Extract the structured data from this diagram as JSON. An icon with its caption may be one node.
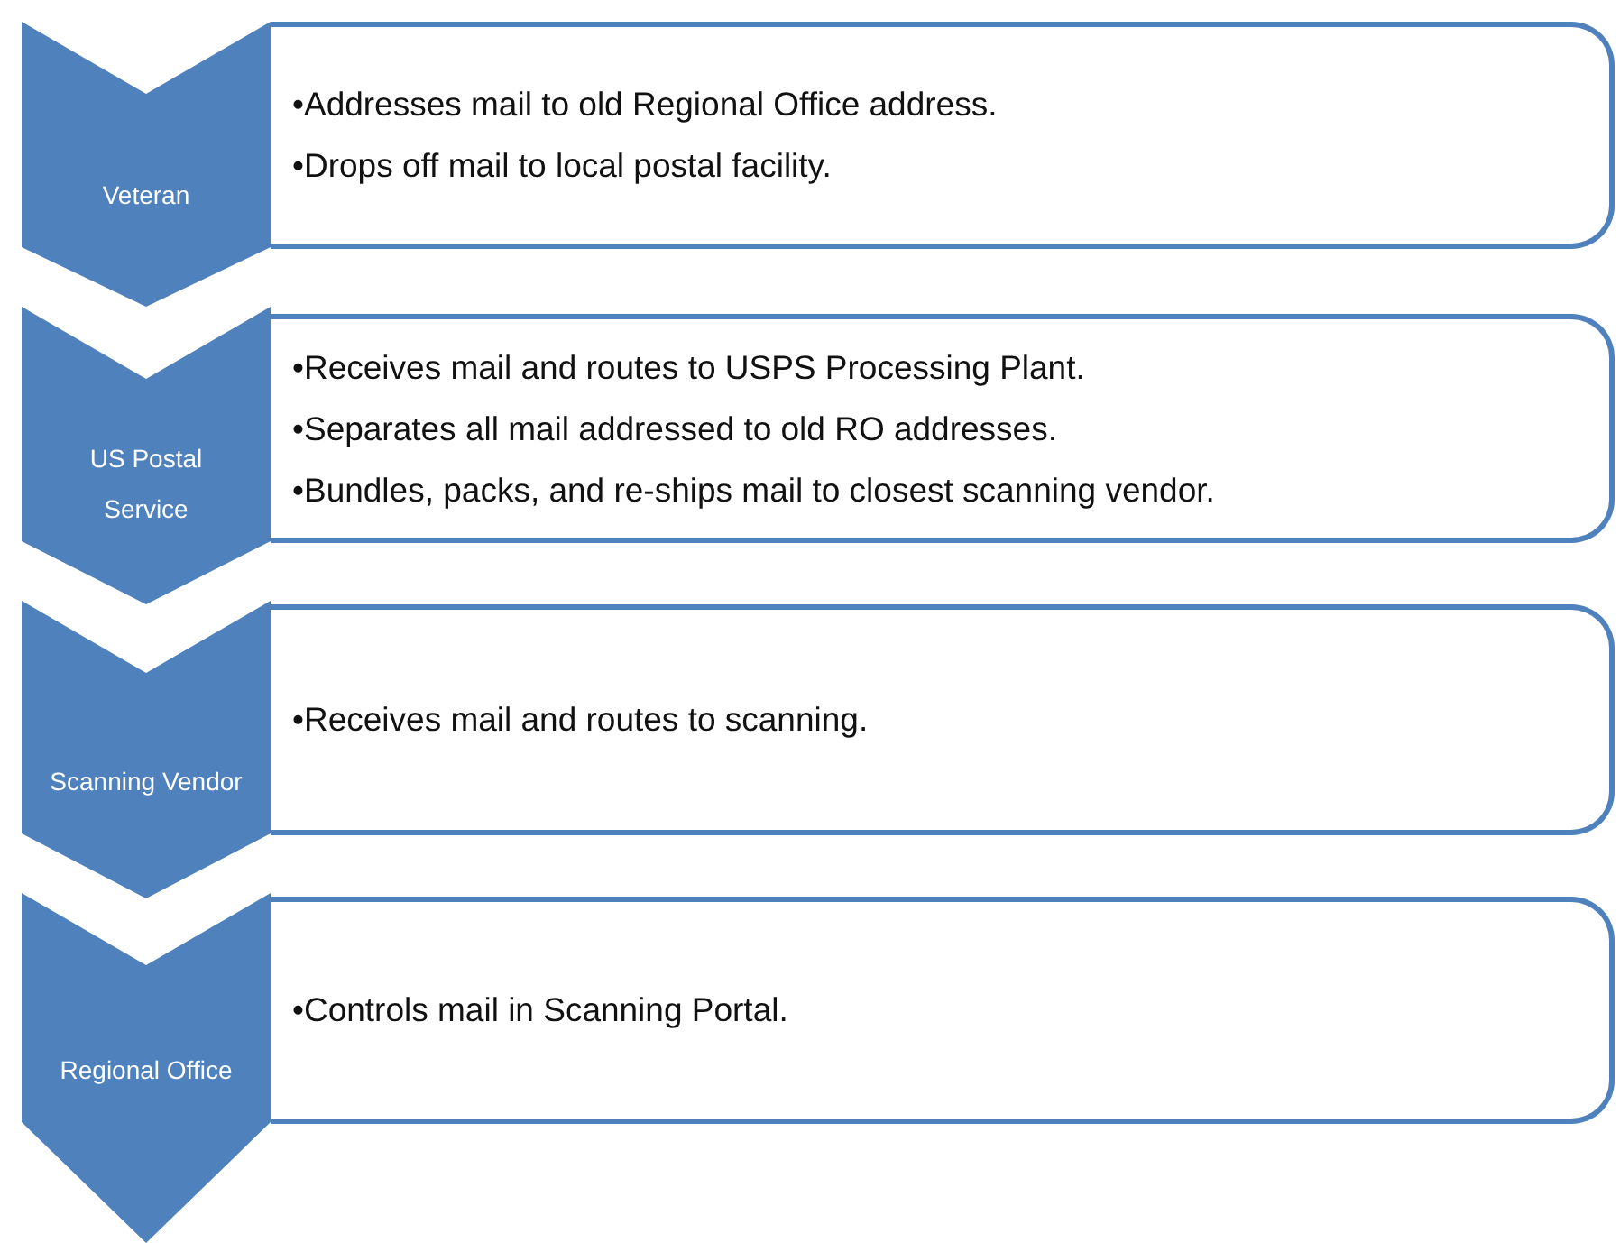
{
  "diagram": {
    "nodes": [
      {
        "text": [
          "Veteran"
        ]
      },
      {
        "text": [
          "•Addresses mail to old Regional Office address.",
          "•Drops off mail to local postal facility."
        ]
      },
      {
        "text": [
          "US Postal Service"
        ]
      },
      {
        "text": [
          "•Receives mail and routes to USPS Processing Plant.",
          "•Separates all mail addressed to old RO addresses.",
          "•Bundles, packs, and re-ships mail to closest scanning vendor."
        ]
      },
      {
        "text": [
          "Scanning Vendor"
        ]
      },
      {
        "text": [
          "•Receives mail and routes to scanning."
        ]
      },
      {
        "text": [
          "Regional Office"
        ]
      },
      {
        "text": [
          "•Controls mail in Scanning Portal."
        ]
      }
    ]
  }
}
